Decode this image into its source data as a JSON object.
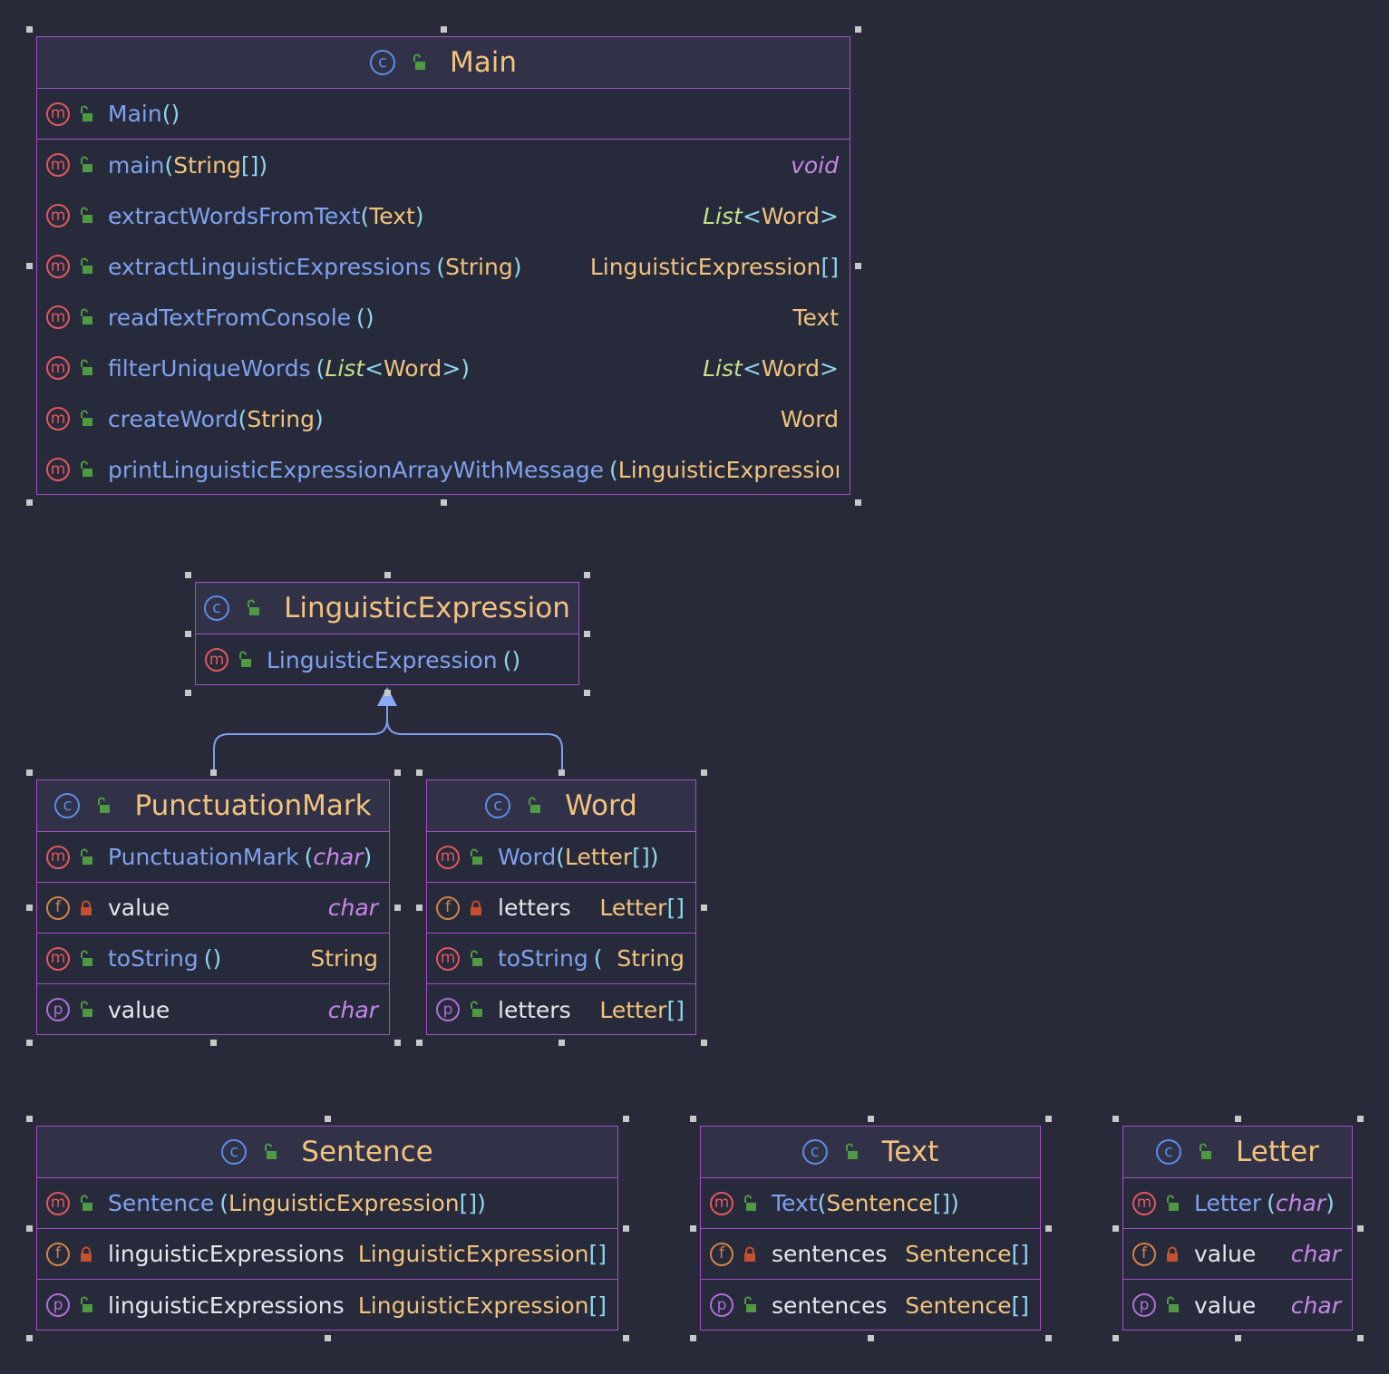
{
  "colors": {
    "background": "#282a39",
    "border": "#a44fc6",
    "header": "#313147",
    "class_name": "#f1c37e",
    "method_name": "#7fa1ef",
    "field_name": "#e6e6ee",
    "type": "#f1c37e",
    "primitive": "#c687e8",
    "generic": "#c4e08a",
    "paren": "#8fd6ee",
    "edge": "#7d9ff0"
  },
  "classes": {
    "main": {
      "name": "Main",
      "rows": [
        {
          "kind": "m",
          "name": "Main",
          "params": "()",
          "ret": ""
        },
        {
          "kind": "m",
          "name": "main",
          "params": "(String[])",
          "ret": "void"
        },
        {
          "kind": "m",
          "name": "extractWordsFromText",
          "params": "(Text)",
          "ret": "List<Word>"
        },
        {
          "kind": "m",
          "name": "extractLinguisticExpressions",
          "params": "(String)",
          "ret": "LinguisticExpression[]"
        },
        {
          "kind": "m",
          "name": "readTextFromConsole",
          "params": "()",
          "ret": "Text"
        },
        {
          "kind": "m",
          "name": "filterUniqueWords",
          "params": "(List<Word>)",
          "ret": "List<Word>"
        },
        {
          "kind": "m",
          "name": "createWord",
          "params": "(String)",
          "ret": "Word"
        },
        {
          "kind": "m",
          "name": "printLinguisticExpressionArrayWithMessage",
          "params": "(LinguisticExpression",
          "ret": ""
        }
      ]
    },
    "linguistic_expression": {
      "name": "LinguisticExpression",
      "rows": [
        {
          "kind": "m",
          "name": "LinguisticExpression",
          "params": "()",
          "ret": ""
        }
      ]
    },
    "punctuation_mark": {
      "name": "PunctuationMark",
      "rows": [
        {
          "kind": "m",
          "name": "PunctuationMark",
          "params": "(char)",
          "ret": ""
        },
        {
          "kind": "f",
          "name": "value",
          "params": "",
          "ret": "char"
        },
        {
          "kind": "m",
          "name": "toString",
          "params": "()",
          "ret": "String"
        },
        {
          "kind": "p",
          "name": "value",
          "params": "",
          "ret": "char"
        }
      ]
    },
    "word": {
      "name": "Word",
      "rows": [
        {
          "kind": "m",
          "name": "Word",
          "params": "(Letter[])",
          "ret": ""
        },
        {
          "kind": "f",
          "name": "letters",
          "params": "",
          "ret": "Letter[]"
        },
        {
          "kind": "m",
          "name": "toString",
          "params": "()",
          "ret": "String"
        },
        {
          "kind": "p",
          "name": "letters",
          "params": "",
          "ret": "Letter[]"
        }
      ]
    },
    "sentence": {
      "name": "Sentence",
      "rows": [
        {
          "kind": "m",
          "name": "Sentence",
          "params": "(LinguisticExpression[])",
          "ret": ""
        },
        {
          "kind": "f",
          "name": "linguisticExpressions",
          "params": "",
          "ret": "LinguisticExpression[]"
        },
        {
          "kind": "p",
          "name": "linguisticExpressions",
          "params": "",
          "ret": "LinguisticExpression[]"
        }
      ]
    },
    "text": {
      "name": "Text",
      "rows": [
        {
          "kind": "m",
          "name": "Text",
          "params": "(Sentence[])",
          "ret": ""
        },
        {
          "kind": "f",
          "name": "sentences",
          "params": "",
          "ret": "Sentence[]"
        },
        {
          "kind": "p",
          "name": "sentences",
          "params": "",
          "ret": "Sentence[]"
        }
      ]
    },
    "letter": {
      "name": "Letter",
      "rows": [
        {
          "kind": "m",
          "name": "Letter",
          "params": "(char)",
          "ret": ""
        },
        {
          "kind": "f",
          "name": "value",
          "params": "",
          "ret": "char"
        },
        {
          "kind": "p",
          "name": "value",
          "params": "",
          "ret": "char"
        }
      ]
    }
  },
  "edges": [
    {
      "from": "punctuation_mark",
      "to": "linguistic_expression",
      "type": "inheritance"
    },
    {
      "from": "word",
      "to": "linguistic_expression",
      "type": "inheritance"
    }
  ]
}
